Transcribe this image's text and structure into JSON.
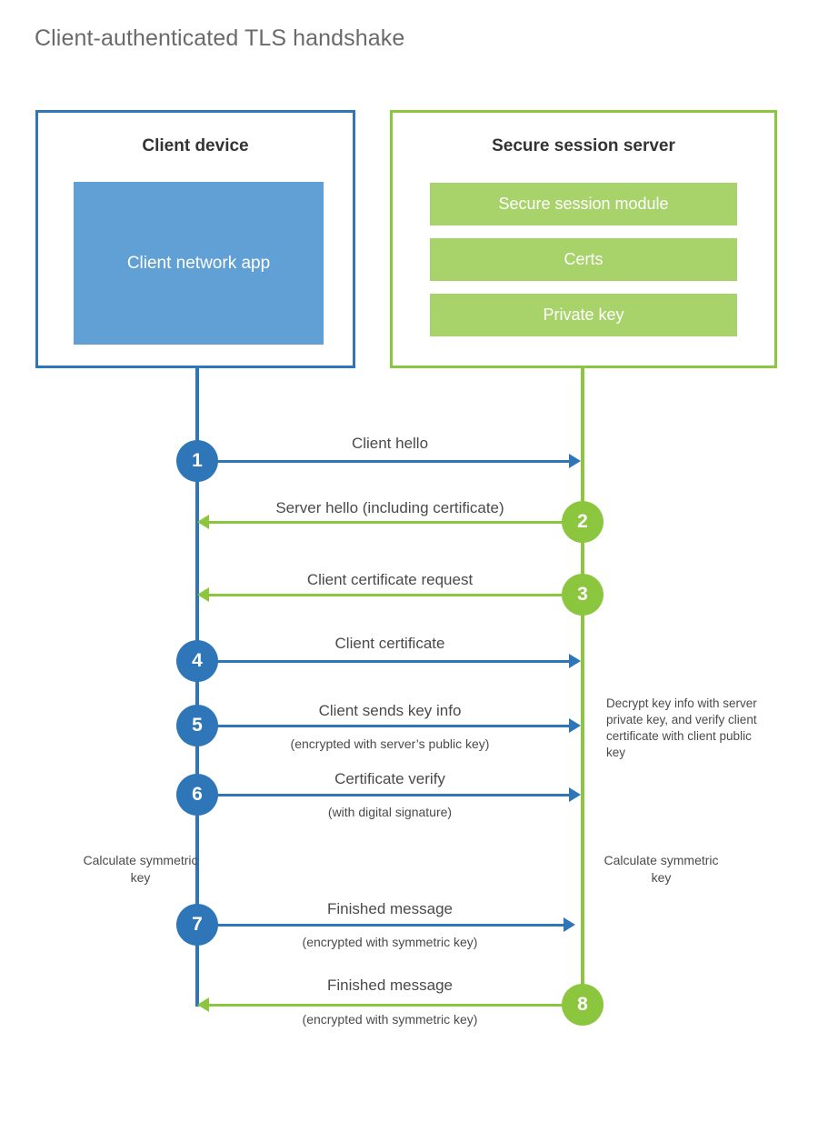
{
  "title": "Client-authenticated TLS handshake",
  "colors": {
    "client_blue": "#2f76b8",
    "client_app_fill": "#61a0d4",
    "server_green": "#8cc63e",
    "module_fill": "#a8d26a",
    "title_gray": "#6a6a6a",
    "text_gray": "#4a4a4a"
  },
  "client": {
    "title": "Client device",
    "app_label": "Client network app"
  },
  "server": {
    "title": "Secure session server",
    "modules": [
      {
        "label": "Secure session module"
      },
      {
        "label": "Certs"
      },
      {
        "label": "Private key"
      }
    ]
  },
  "steps": [
    {
      "number": "1",
      "label": "Client hello",
      "sublabel": "",
      "direction": "client-to-server"
    },
    {
      "number": "2",
      "label": "Server hello (including certificate)",
      "sublabel": "",
      "direction": "server-to-client"
    },
    {
      "number": "3",
      "label": "Client certificate request",
      "sublabel": "",
      "direction": "server-to-client"
    },
    {
      "number": "4",
      "label": "Client certificate",
      "sublabel": "",
      "direction": "client-to-server"
    },
    {
      "number": "5",
      "label": "Client sends key info",
      "sublabel": "(encrypted with server’s public key)",
      "direction": "client-to-server"
    },
    {
      "number": "6",
      "label": "Certificate verify",
      "sublabel": "(with digital signature)",
      "direction": "client-to-server"
    },
    {
      "number": "7",
      "label": "Finished message",
      "sublabel": "(encrypted with symmetric key)",
      "direction": "client-to-server"
    },
    {
      "number": "8",
      "label": "Finished message",
      "sublabel": "(encrypted with symmetric key)",
      "direction": "server-to-client"
    }
  ],
  "annotations": {
    "server_decrypt_note": "Decrypt key info with server private key, and verify client certificate with client public key",
    "client_calculate_note": "Calculate symmetric key",
    "server_calculate_note": "Calculate symmetric key"
  }
}
